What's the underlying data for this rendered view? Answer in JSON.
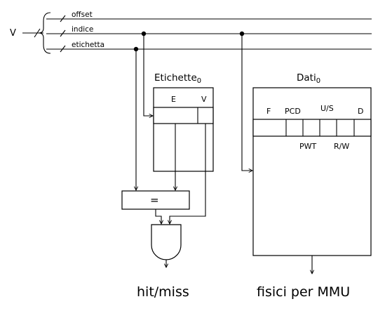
{
  "input": {
    "label": "V"
  },
  "buses": [
    {
      "label": "offset"
    },
    {
      "label": "indice"
    },
    {
      "label": "etichetta"
    }
  ],
  "tag_memory": {
    "title": "Etichette",
    "subscript": "0",
    "columns": [
      "E",
      "V"
    ]
  },
  "data_memory": {
    "title": "Dati",
    "subscript": "0",
    "fields_top": [
      "F",
      "PCD",
      "U/S",
      "D"
    ],
    "fields_bottom": [
      "PWT",
      "R/W"
    ]
  },
  "comparator": {
    "symbol": "="
  },
  "outputs": {
    "hit_miss": "hit/miss",
    "physical": "fisici per MMU"
  }
}
